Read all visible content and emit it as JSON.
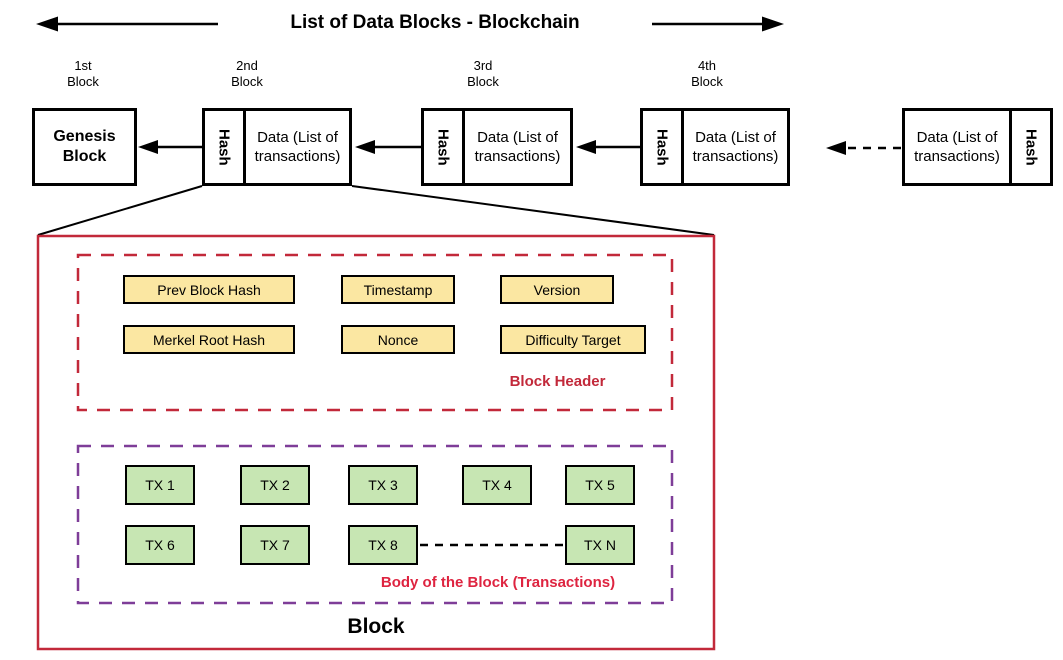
{
  "colors": {
    "ink": "#000000",
    "crimson": "#C2293A",
    "bright_red": "#DE2440",
    "purple": "#7E3D98",
    "field_fill": "#FBE7A2",
    "tx_fill": "#C7E6B3"
  },
  "title": "List of Data Blocks - Blockchain",
  "chain": {
    "ordinals": [
      {
        "line1": "1st",
        "line2": "Block"
      },
      {
        "line1": "2nd",
        "line2": "Block"
      },
      {
        "line1": "3rd",
        "line2": "Block"
      },
      {
        "line1": "4th",
        "line2": "Block"
      }
    ],
    "genesis_label": "Genesis Block",
    "hash_label": "Hash",
    "data_label": "Data (List of transactions)"
  },
  "detail": {
    "block_caption": "Block",
    "header": {
      "caption": "Block Header",
      "fields": [
        "Prev Block Hash",
        "Timestamp",
        "Version",
        "Merkel Root Hash",
        "Nonce",
        "Difficulty Target"
      ]
    },
    "body": {
      "caption": "Body of the Block (Transactions)",
      "transactions": [
        "TX 1",
        "TX 2",
        "TX 3",
        "TX 4",
        "TX 5",
        "TX 6",
        "TX 7",
        "TX 8",
        "TX N"
      ]
    }
  }
}
